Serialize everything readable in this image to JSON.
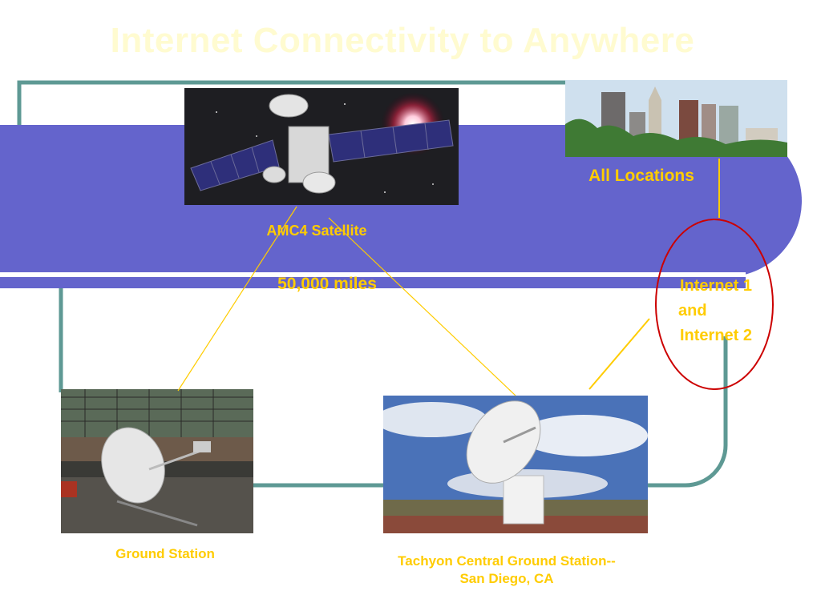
{
  "slide": {
    "title": "Internet Connectivity to Anywhere",
    "accent_color": "#6464cc",
    "frame_color": "#5e9994",
    "link_line_color": "#ffcc00",
    "highlight_color": "#cc0000"
  },
  "labels": {
    "satellite": "AMC4 Satellite",
    "distance": "50,000 miles",
    "all_locations": "All Locations",
    "internet_1": "Internet 1",
    "internet_and": "and",
    "internet_2": "Internet 2",
    "ground_station": "Ground Station",
    "central_station_line1": "Tachyon Central  Ground Station--",
    "central_station_line2": "San Diego, CA"
  },
  "images": {
    "satellite": "satellite-photo",
    "city": "city-skyline-photo",
    "small_dish": "small-dish-photo",
    "large_dish": "large-dish-photo"
  }
}
